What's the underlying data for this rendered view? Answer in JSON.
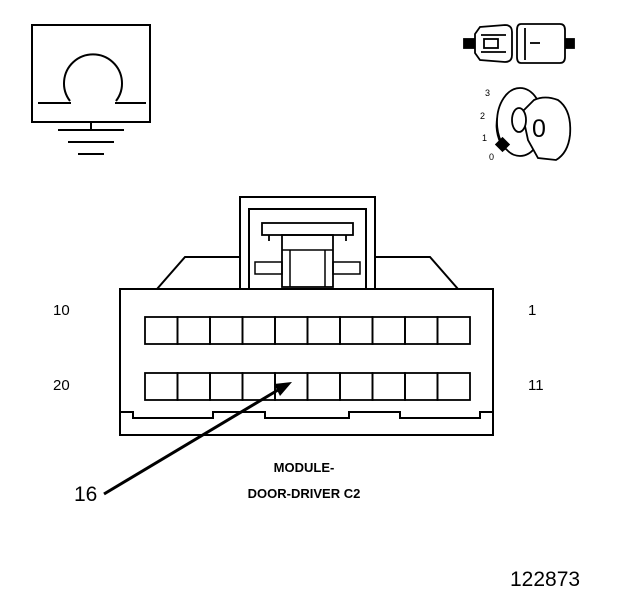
{
  "pin_labels": {
    "top_left": "10",
    "top_right": "1",
    "bottom_left": "20",
    "bottom_right": "11"
  },
  "connector": {
    "name_line1": "MODULE-",
    "name_line2": "DOOR-DRIVER C2",
    "rows": 2,
    "pins_per_row": 10
  },
  "callout": {
    "pin_number": "16"
  },
  "key_position": {
    "labels": [
      "3",
      "2",
      "1",
      "0"
    ],
    "current": "0"
  },
  "figure_number": "122873",
  "icons": [
    "ground-symbol-icon",
    "connector-plug-icon",
    "ignition-key-icon"
  ]
}
